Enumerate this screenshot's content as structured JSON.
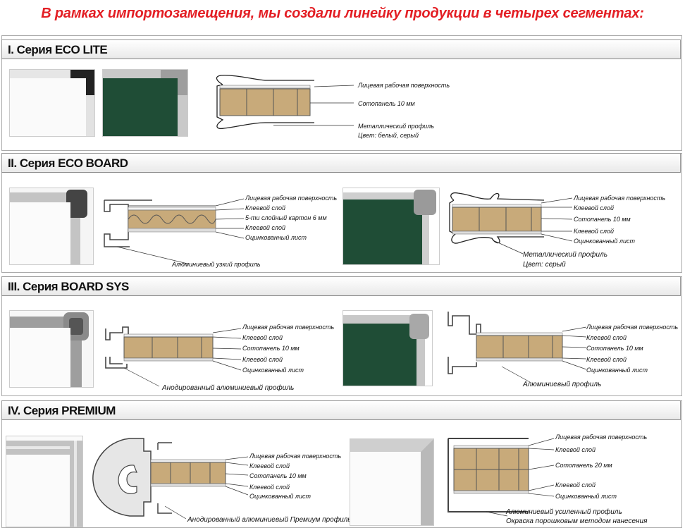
{
  "headline": "В рамках импортозамещения, мы создали линейку продукции в четырех сегментах:",
  "colors": {
    "headline": "#e31e24",
    "board_green": "#1f4d36",
    "honeycomb": "#c8aa7a",
    "frame": "#b9b9b9"
  },
  "series": [
    {
      "title": "I. Серия ECO LITE",
      "labels": [
        "Лицевая рабочая поверхность",
        "Сотопанель 10 мм",
        "Металлический профиль",
        "Цвет: белый, серый"
      ]
    },
    {
      "title": "II. Серия ECO BOARD",
      "left_labels": [
        "Лицевая рабочая поверхность",
        "Клеевой слой",
        "5-ти слойный картон 6 мм",
        "Клеевой слой",
        "Оцинкованный лист"
      ],
      "left_caption": "Алюминиевый узкий профиль",
      "right_labels": [
        "Лицевая рабочая поверхность",
        "Клеевой слой",
        "Сотопанель 10 мм",
        "Клеевой слой",
        "Оцинкованный лист"
      ],
      "right_caption": [
        "Металлический профиль",
        "Цвет: серый"
      ]
    },
    {
      "title": "III. Серия BOARD SYS",
      "left_labels": [
        "Лицевая рабочая поверхность",
        "Клеевой слой",
        "Сотопанель 10 мм",
        "Клеевой слой",
        "Оцинкованный лист"
      ],
      "left_caption": "Анодированный алюминиевый профиль",
      "right_labels": [
        "Лицевая рабочая поверхность",
        "Клеевой слой",
        "Сотопанель 10 мм",
        "Клеевой слой",
        "Оцинкованный лист"
      ],
      "right_caption": "Алюминиевый профиль"
    },
    {
      "title": "IV. Серия PREMIUM",
      "left_labels": [
        "Лицевая рабочая поверхность",
        "Клеевой слой",
        "Сотопанель 10 мм",
        "Клеевой слой",
        "Оцинкованный лист"
      ],
      "left_caption": "Анодированный алюминиевый Премиум профиль",
      "right_labels": [
        "Лицевая рабочая поверхность",
        "Клеевой слой",
        "Сотопанель 20 мм",
        "Клеевой слой",
        "Оцинкованный лист"
      ],
      "right_caption": [
        "Алюминиевый усиленный профиль",
        "Окраска порошковым методом нанесения"
      ]
    }
  ]
}
